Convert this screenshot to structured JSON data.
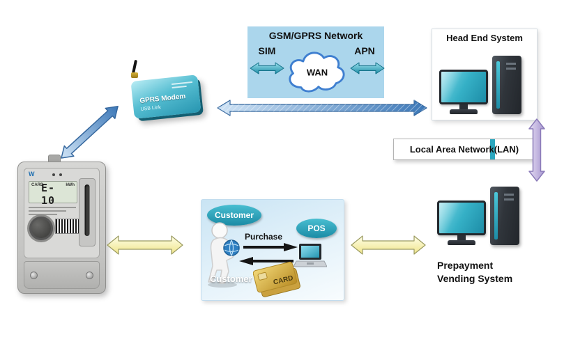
{
  "gsm_network": {
    "title": "GSM/GPRS Network",
    "sim_label": "SIM",
    "wan_label": "WAN",
    "apn_label": "APN"
  },
  "head_end_system": {
    "title": "Head End System"
  },
  "lan": {
    "label": "Local Area Network(LAN)"
  },
  "vending_system": {
    "label_line1": "Prepayment",
    "label_line2": "Vending System"
  },
  "pos_area": {
    "customer_bubble": "Customer",
    "pos_bubble": "POS",
    "purchase_label": "Purchase",
    "customer_caption": "Customer",
    "card_label": "CARD"
  },
  "gprs_modem": {
    "name": "GPRS Modem",
    "subtitle": "USB Link"
  },
  "meter": {
    "brand_mark": "W",
    "lcd_reading": "E-10",
    "lcd_card_label": "CARD",
    "lcd_unit": "kWh"
  },
  "colors": {
    "teal_accent": "#2aa5bd",
    "network_panel_bg": "#abd6ec",
    "blue_arrow": "#3c78b8",
    "yellow_arrow": "#efe48a",
    "purple_arrow": "#a796d0",
    "gold_card": "#d8b44a"
  }
}
